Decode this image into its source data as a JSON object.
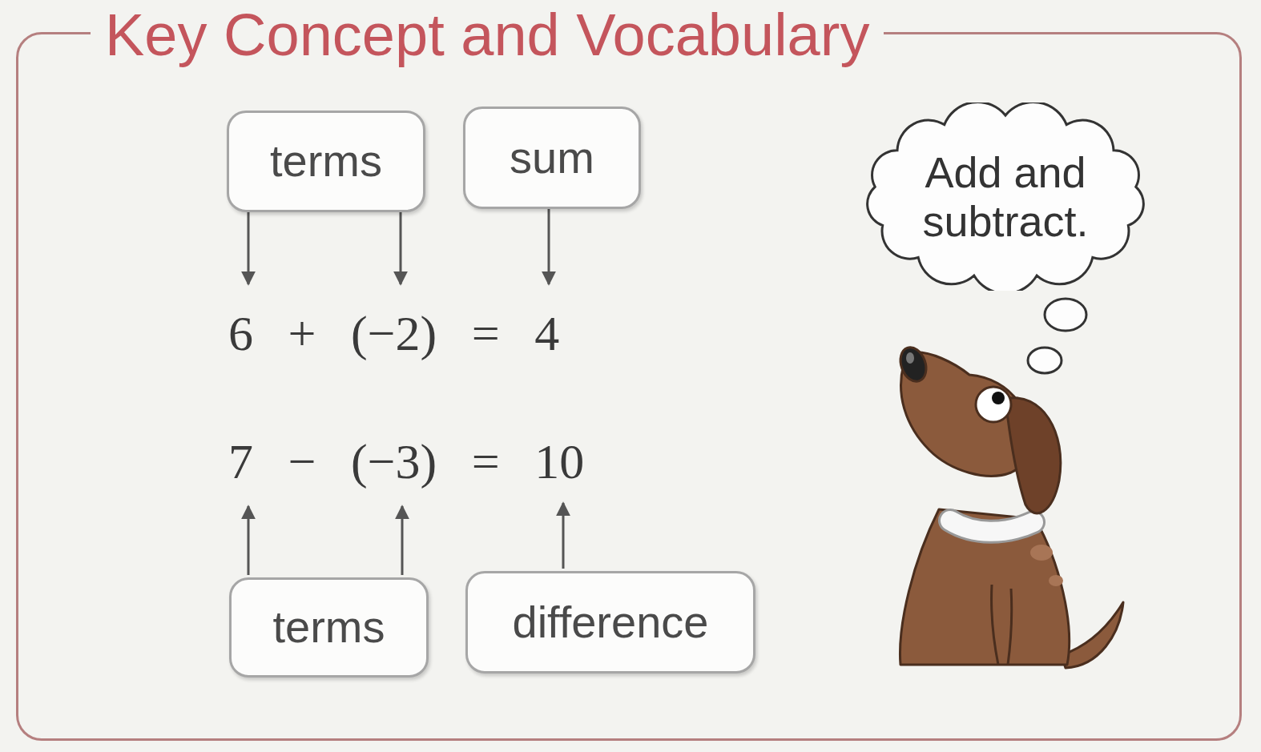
{
  "diagram": {
    "nodes": [
      {
        "text": [
          "Key Concept and Vocabulary"
        ]
      },
      {
        "text": [
          "terms"
        ],
        "in": 0
      },
      {
        "text": [
          "sum"
        ],
        "in": 0
      },
      {
        "text": [
          "Add and subtract."
        ],
        "in": 0
      },
      {
        "text": [
          "terms"
        ],
        "in": 0
      },
      {
        "text": [
          "difference"
        ],
        "in": 0
      }
    ],
    "labels": [
      "6 + (−2) = 4",
      "7 − (−3) = 10"
    ]
  }
}
